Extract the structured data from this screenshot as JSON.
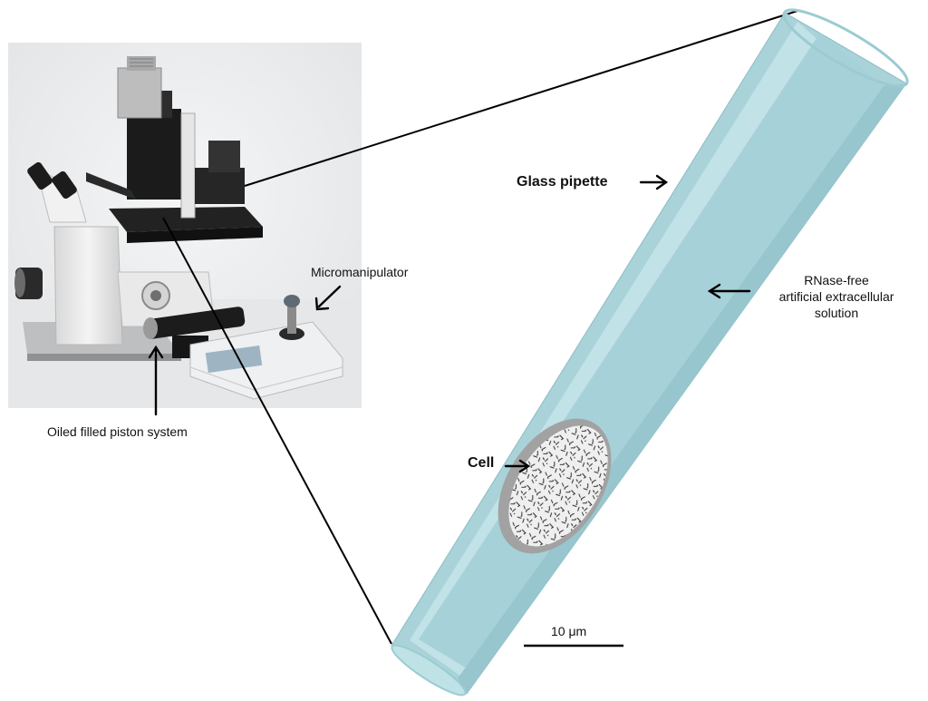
{
  "labels": {
    "micromanipulator": "Micromanipulator",
    "piston": "Oiled filled piston system",
    "glass_pipette": "Glass pipette",
    "solution": "RNase-free\nartificial extracellular\nsolution",
    "cell": "Cell",
    "scale_bar": "10 μm"
  },
  "colors": {
    "pipette_outer": "#a9d3d9",
    "pipette_wall": "#c3e3e8",
    "pipette_inner": "#b2e0e7",
    "pipette_center": "#cdeef2",
    "cell_rim": "#9a9a9a",
    "cell_body": "#efefef",
    "stroke": "#000000"
  },
  "icons": {
    "microscope": "inverted-microscope-photo",
    "micromanipulator": "joystick-controller-icon",
    "piston": "piston-injector-icon"
  }
}
